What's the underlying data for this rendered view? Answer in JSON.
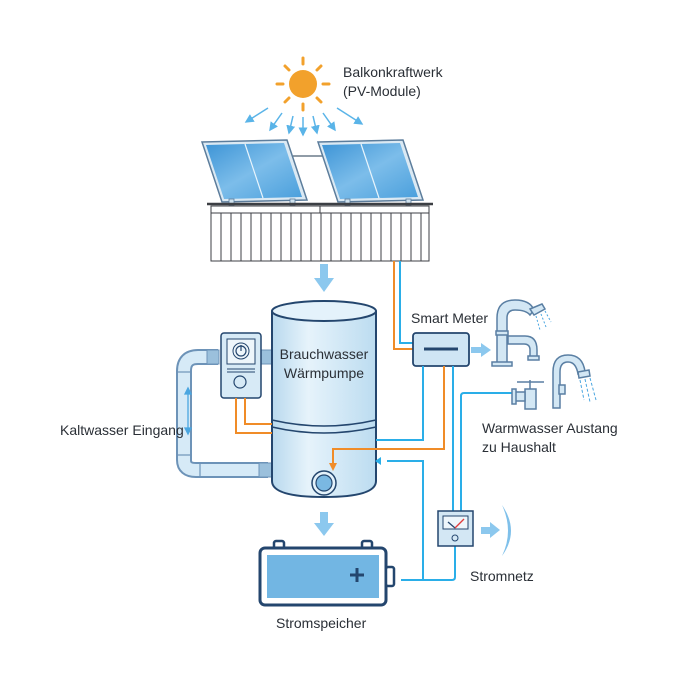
{
  "labels": {
    "pv_line1": "Balkonkraftwerk",
    "pv_line2": "(PV-Module)",
    "heatpump_line1": "Brauchwasser",
    "heatpump_line2": "Wärmpumpe",
    "smart_meter": "Smart Meter",
    "cold_water": "Kaltwasser Eingang",
    "warm_water_line1": "Warmwasser Austang",
    "warm_water_line2": "zu Haushalt",
    "grid": "Stromnetz",
    "storage": "Stromspeicher"
  },
  "colors": {
    "outline": "#24466e",
    "pv_blue": "#5aa6db",
    "sun": "#f0a12a",
    "wire_orange": "#f08c28",
    "wire_blue": "#2aaee8",
    "tank_fill": "#d4e9f5",
    "arrow_blue": "#7fc0ea"
  }
}
